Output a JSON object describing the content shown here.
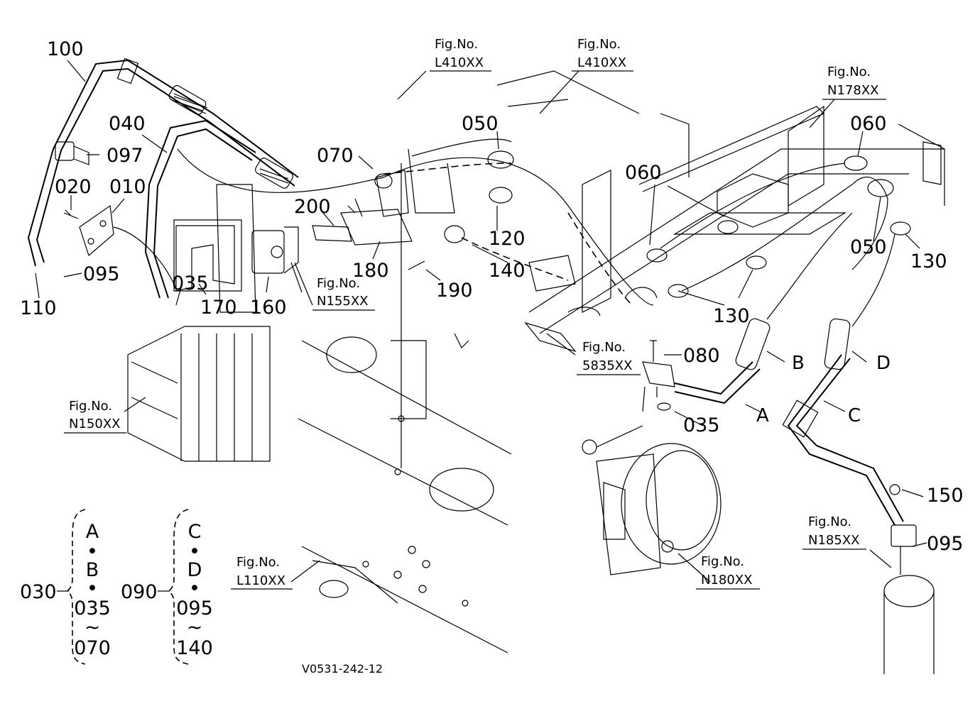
{
  "part_labels": {
    "p100": "100",
    "p040": "040",
    "p097": "097",
    "p020": "020",
    "p010": "010",
    "p095a": "095",
    "p110": "110",
    "p035a": "035",
    "p170": "170",
    "p160": "160",
    "p200": "200",
    "p180": "180",
    "p070": "070",
    "p050a": "050",
    "p120": "120",
    "p140": "140",
    "p190": "190",
    "p060a": "060",
    "p060b": "060",
    "p050b": "050",
    "p130a": "130",
    "p130b": "130",
    "p080": "080",
    "p035b": "035",
    "p150": "150",
    "p095b": "095"
  },
  "connection_letters": {
    "a": "A",
    "b": "B",
    "c": "C",
    "d": "D"
  },
  "figure_refs": {
    "fig_no": "Fig.No.",
    "l410_1": "L410XX",
    "l410_2": "L410XX",
    "n178": "N178XX",
    "n155": "N155XX",
    "n150": "N150XX",
    "f5835": "5835XX",
    "n185": "N185XX",
    "n180": "N180XX",
    "l110": "L110XX"
  },
  "assemblies": {
    "set_030": {
      "number": "030",
      "items": [
        "A",
        "•",
        "B",
        "•",
        "035",
        "~",
        "070"
      ]
    },
    "set_090": {
      "number": "090",
      "items": [
        "C",
        "•",
        "D",
        "•",
        "095",
        "~",
        "140"
      ]
    }
  },
  "drawing_code": "V0531-242-12"
}
